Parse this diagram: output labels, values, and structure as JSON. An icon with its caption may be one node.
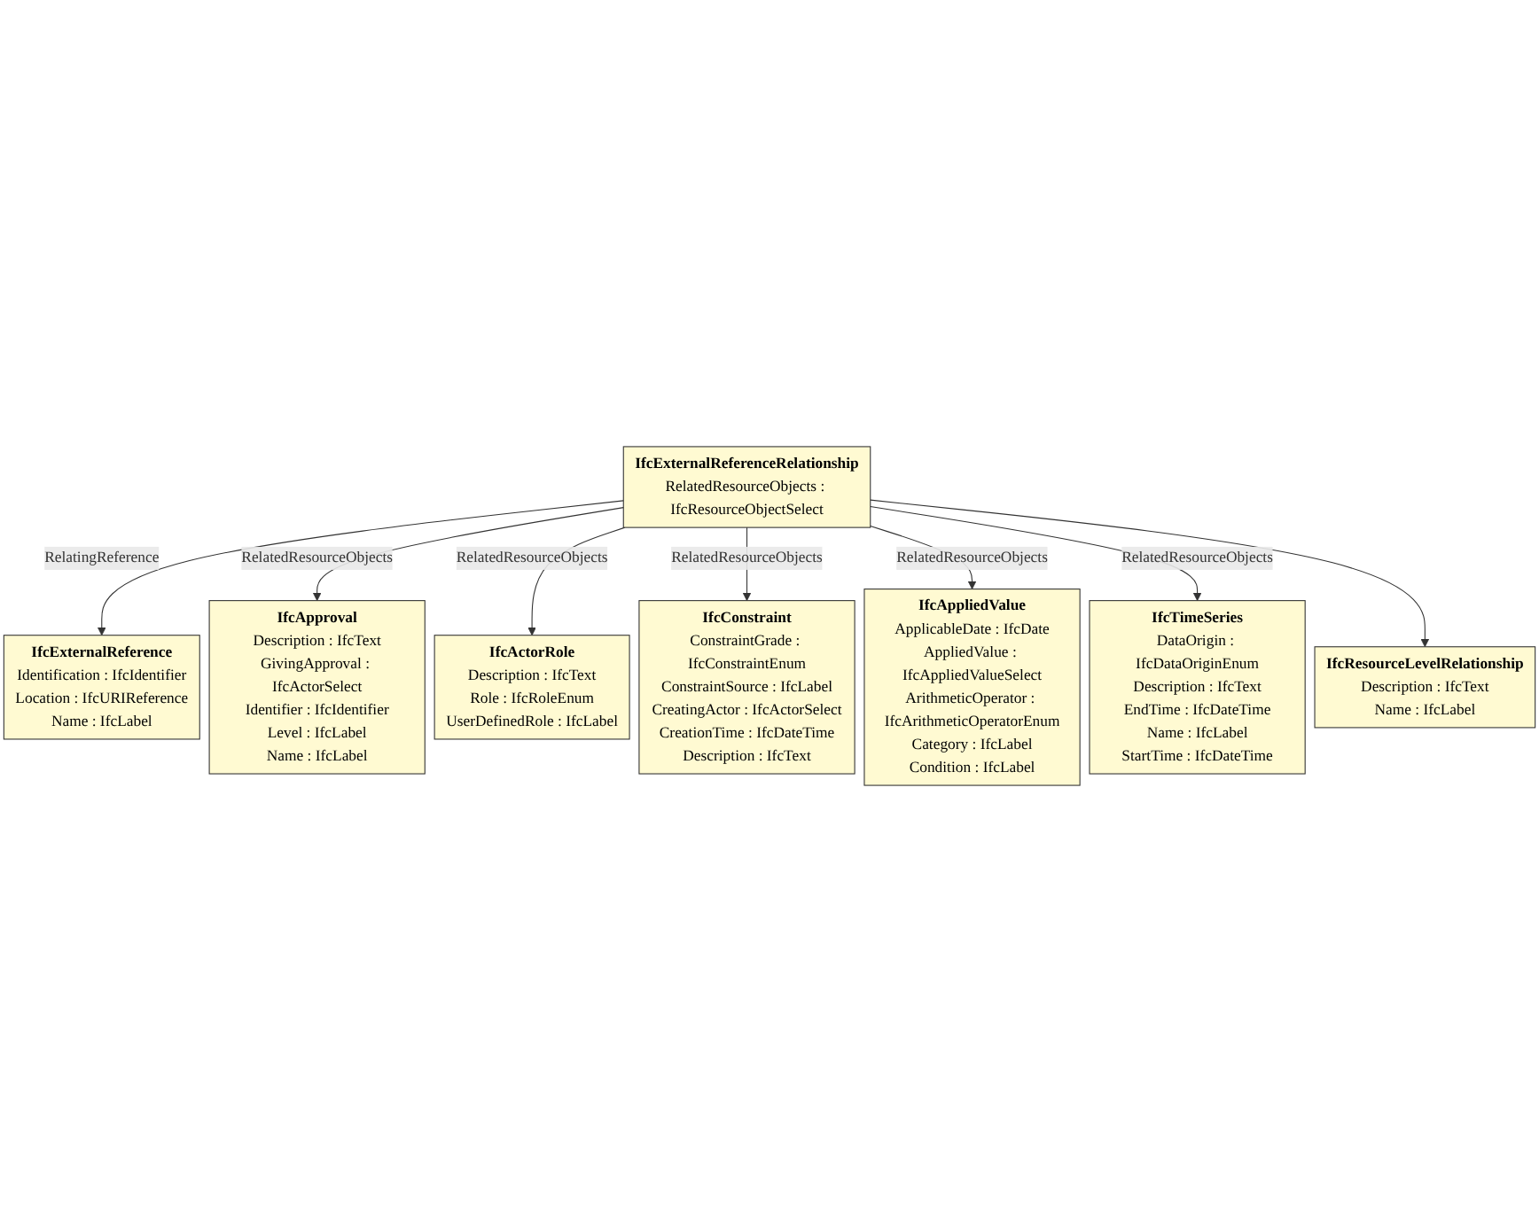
{
  "diagram": {
    "nodes": [
      {
        "text": [
          "IfcExternalReferenceRelationship",
          "RelatedResourceObjects : IfcResourceObjectSelect"
        ]
      },
      {
        "text": [
          "IfcExternalReference",
          "Identification : IfcIdentifier",
          "Location : IfcURIReference",
          "Name : IfcLabel"
        ]
      },
      {
        "text": [
          "IfcApproval",
          "Description : IfcText",
          "GivingApproval : IfcActorSelect",
          "Identifier : IfcIdentifier",
          "Level : IfcLabel",
          "Name : IfcLabel"
        ]
      },
      {
        "text": [
          "IfcActorRole",
          "Description : IfcText",
          "Role : IfcRoleEnum",
          "UserDefinedRole : IfcLabel"
        ]
      },
      {
        "text": [
          "IfcConstraint",
          "ConstraintGrade : IfcConstraintEnum",
          "ConstraintSource : IfcLabel",
          "CreatingActor : IfcActorSelect",
          "CreationTime : IfcDateTime",
          "Description : IfcText"
        ]
      },
      {
        "text": [
          "IfcResourceLevelRelationship",
          "Description : IfcText",
          "Name : IfcLabel"
        ]
      },
      {
        "text": [
          "IfcAppliedValue",
          "ApplicableDate : IfcDate",
          "AppliedValue : IfcAppliedValueSelect",
          "ArithmeticOperator : IfcArithmeticOperatorEnum",
          "Category : IfcLabel",
          "Condition : IfcLabel"
        ]
      },
      {
        "text": [
          "IfcTimeSeries",
          "DataOrigin : IfcDataOriginEnum",
          "Description : IfcText",
          "EndTime : IfcDateTime",
          "Name : IfcLabel",
          "StartTime : IfcDateTime"
        ]
      }
    ],
    "edges": [
      {
        "from": 0,
        "to": 1,
        "arrow": "to",
        "label": "RelatingReference"
      },
      {
        "from": 0,
        "to": 2,
        "arrow": "to",
        "label": "RelatedResourceObjects"
      },
      {
        "from": 0,
        "to": 3,
        "arrow": "to",
        "label": "RelatedResourceObjects"
      },
      {
        "from": 0,
        "to": 4,
        "arrow": "to",
        "label": "RelatedResourceObjects"
      },
      {
        "from": 0,
        "to": 6,
        "arrow": "to",
        "label": "RelatedResourceObjects"
      },
      {
        "from": 0,
        "to": 7,
        "arrow": "to",
        "label": "RelatedResourceObjects"
      },
      {
        "from": 0,
        "to": 5,
        "arrow": "to"
      }
    ]
  }
}
